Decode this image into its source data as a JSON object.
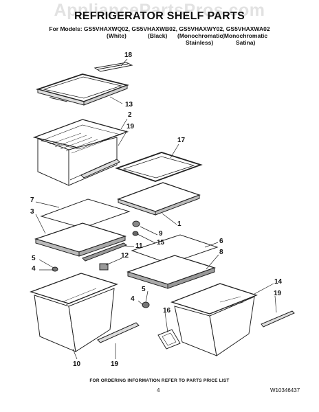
{
  "watermark": "AppliancePartsPros.com",
  "title": "REFRIGERATOR SHELF PARTS",
  "models_line": "For Models: GS5VHAXWQ02, GS5VHAXWB02, GS5VHAXWY02, GS5VHAXWA02",
  "colors": {
    "white": "(White)",
    "black": "(Black)",
    "mono_stainless_a": "(Monochromatic",
    "mono_stainless_b": "Stainless)",
    "mono_satina_a": "(Monochromatic",
    "mono_satina_b": "Satina)"
  },
  "callouts": [
    "18",
    "13",
    "2",
    "19",
    "17",
    "7",
    "3",
    "9",
    "15",
    "1",
    "11",
    "5",
    "4",
    "12",
    "6",
    "8",
    "14",
    "5",
    "4",
    "19",
    "16",
    "10",
    "19"
  ],
  "footer_text": "FOR ORDERING INFORMATION REFER TO PARTS PRICE LIST",
  "page_number": "4",
  "document_number": "W10346437"
}
